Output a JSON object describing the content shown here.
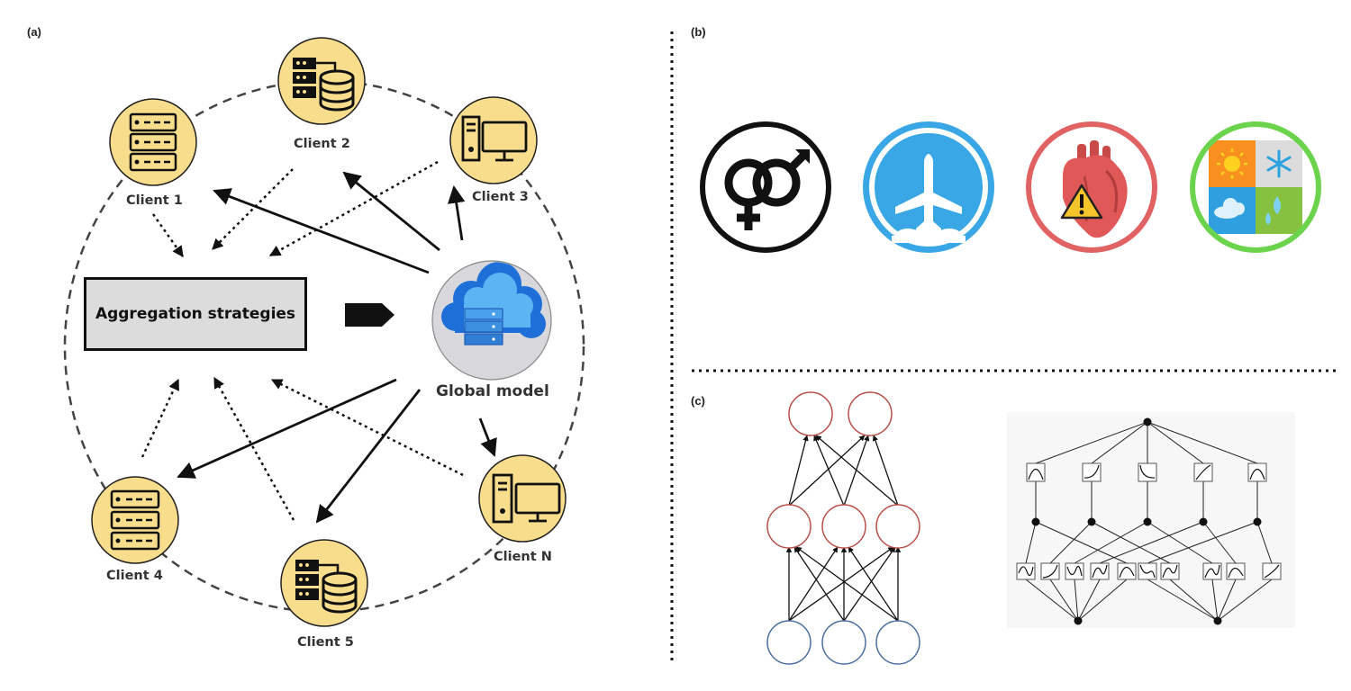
{
  "panels": {
    "a": "(a)",
    "b": "(b)",
    "c": "(c)"
  },
  "clients": [
    "Client 1",
    "Client 2",
    "Client 3",
    "Client 4",
    "Client 5",
    "Client N"
  ],
  "aggregation_label": "Aggregation strategies",
  "global_model_label": "Global model",
  "colors": {
    "client_fill": "#f7dd8c",
    "gender_ring": "#111111",
    "plane_ring": "#3aa7e6",
    "heart_ring": "#e06262",
    "weather_ring": "#6cd34c",
    "node_red": "#b8504a",
    "node_blue": "#4a6fa0"
  },
  "icons": {
    "client_1": "server-rack-icon",
    "client_2": "server-database-icon",
    "client_3": "desktop-computer-icon",
    "client_4": "server-rack-icon",
    "client_5": "server-database-icon",
    "client_n": "desktop-computer-icon",
    "global": "cloud-server-icon",
    "b1": "gender-symbols-icon",
    "b2": "airplane-takeoff-icon",
    "b3": "heart-warning-icon",
    "b4": "weather-seasons-icon"
  }
}
